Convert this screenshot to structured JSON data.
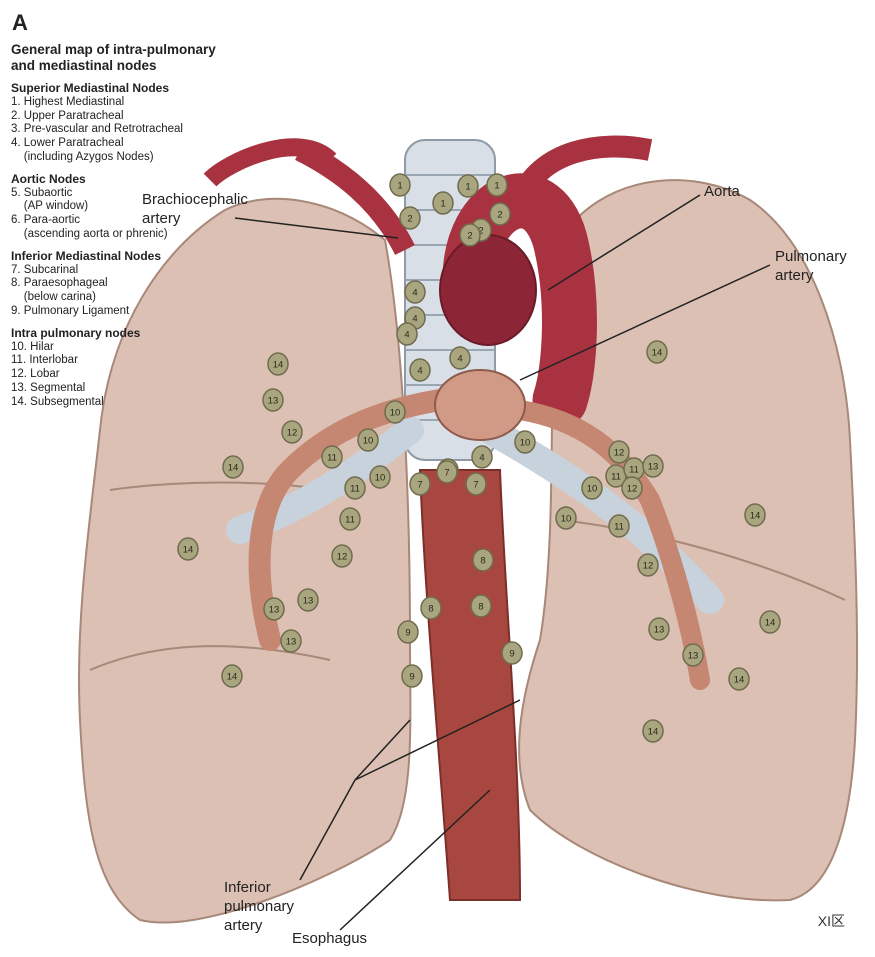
{
  "panel_letter": "A",
  "title": "General map of intra-pulmonary and mediastinal nodes",
  "legend": [
    {
      "heading": "Superior Mediastinal Nodes",
      "items": [
        "1. Highest Mediastinal",
        "2. Upper Paratracheal",
        "3. Pre-vascular and Retrotracheal",
        "4. Lower Paratracheal",
        "    (including Azygos Nodes)"
      ]
    },
    {
      "heading": "Aortic Nodes",
      "items": [
        "5. Subaortic",
        "    (AP window)",
        "6. Para-aortic",
        "    (ascending aorta or phrenic)"
      ]
    },
    {
      "heading": "Inferior Mediastinal Nodes",
      "items": [
        "7. Subcarinal",
        "8. Paraesophageal",
        "    (below carina)",
        "9. Pulmonary Ligament"
      ]
    },
    {
      "heading": "Intra pulmonary nodes",
      "items": [
        "10. Hilar",
        "11. Interlobar",
        "12. Lobar",
        "13. Segmental",
        "14. Subsegmental"
      ]
    }
  ],
  "labels": {
    "brachiocephalic": "Brachiocephalic artery",
    "aorta": "Aorta",
    "pulmonary_artery": "Pulmonary artery",
    "inferior_pulmonary": "Inferior pulmonary artery",
    "esophagus": "Esophagus"
  },
  "watermark": "XI区",
  "colors": {
    "lung": "#dcc0b4",
    "lung_edge": "#a88878",
    "aorta": "#a8323f",
    "artery": "#c58672",
    "trachea": "#d8dfe6",
    "esophagus": "#a8473f",
    "node": "#a8a57f",
    "node_edge": "#6f6b4e"
  },
  "nodes": [
    "1",
    "1",
    "1",
    "1",
    "2",
    "2",
    "2",
    "2",
    "4",
    "4",
    "4",
    "4",
    "4",
    "4",
    "4",
    "7",
    "7",
    "7",
    "8",
    "8",
    "8",
    "9",
    "9",
    "9",
    "10",
    "10",
    "10",
    "10",
    "10",
    "10",
    "11",
    "11",
    "11",
    "11",
    "11",
    "11",
    "12",
    "12",
    "12",
    "12",
    "12",
    "13",
    "13",
    "13",
    "13",
    "13",
    "13",
    "13",
    "14",
    "14",
    "14",
    "14",
    "14",
    "14",
    "14",
    "14",
    "14"
  ]
}
